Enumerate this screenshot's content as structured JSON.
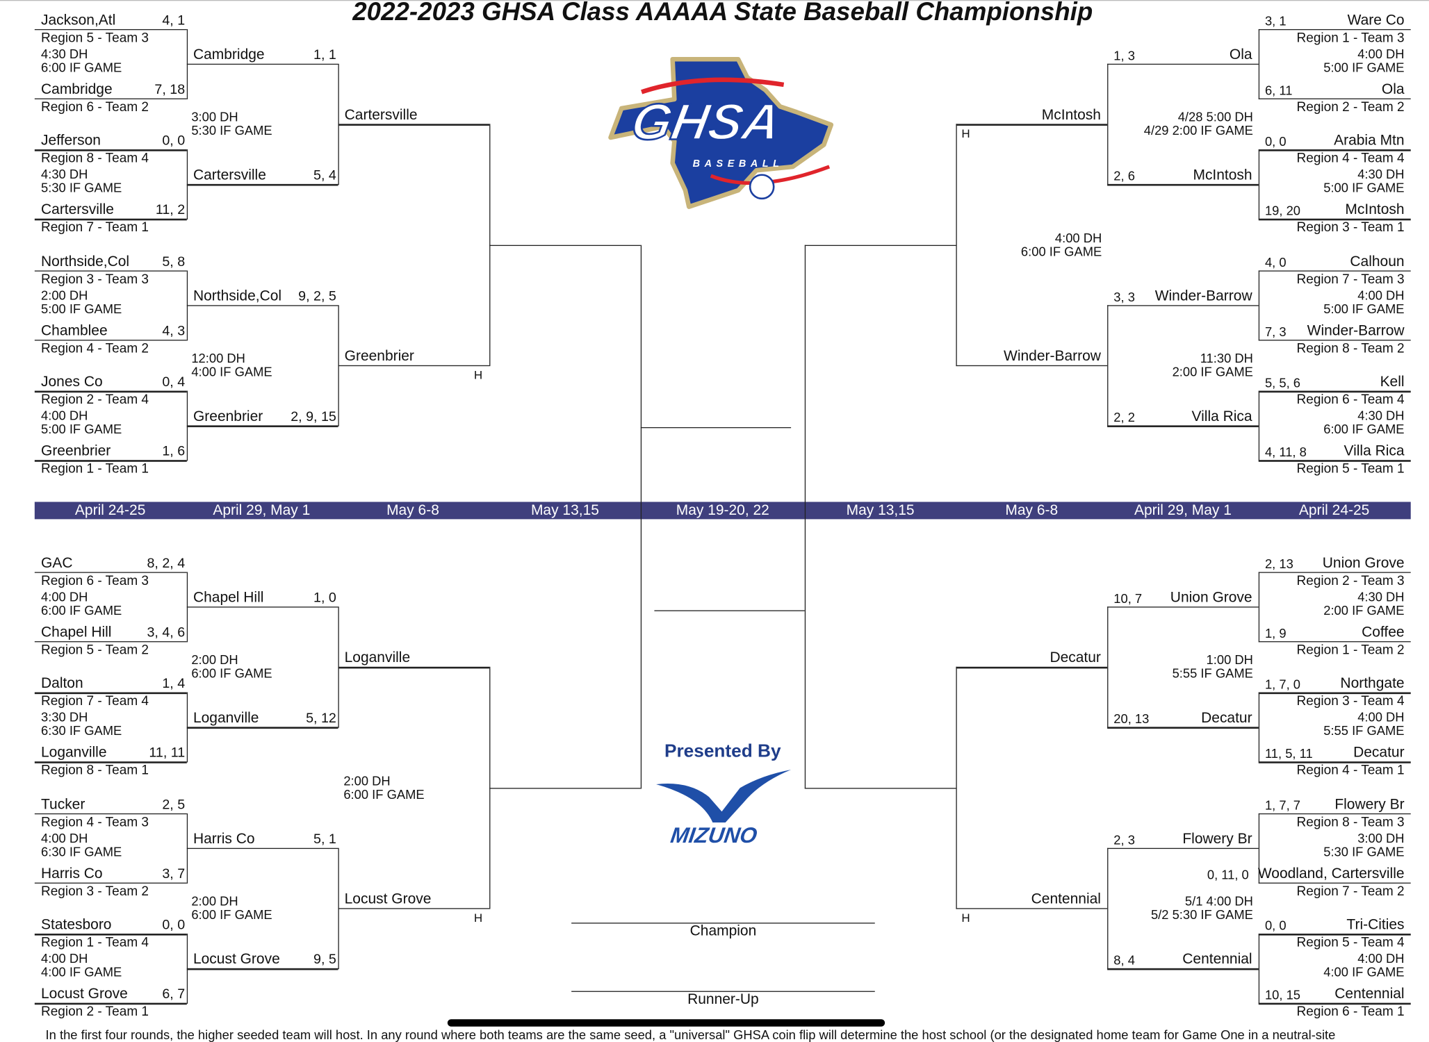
{
  "title": "2022-2023 GHSA Class AAAAA State Baseball Championship",
  "logo": {
    "text": "GHSA",
    "subtext": "BASEBALL",
    "colors": {
      "blue": "#1b3fa0",
      "gold": "#c8b47a",
      "red": "#e0242b"
    }
  },
  "sponsor": {
    "presented_by": "Presented By",
    "brand": "MIZUNO",
    "color": "#1f4fa8"
  },
  "dates": [
    "April 24-25",
    "April 29, May 1",
    "May 6-8",
    "May 13,15",
    "May 19-20, 22",
    "May 13,15",
    "May 6-8",
    "April 29, May 1",
    "April 24-25"
  ],
  "date_bar_color": "#3f3f7d",
  "host_marker": "H",
  "final": {
    "champion_label": "Champion",
    "runner_up_label": "Runner-Up"
  },
  "footer": "In the first four rounds, the higher seeded team will host. In any round where both teams are the same seed, a \"universal\" GHSA coin flip will determine the host school (or the designated home team for Game One in a neutral-site",
  "bracket": {
    "left_top": {
      "round1": [
        {
          "teams": [
            {
              "name": "Jackson,Atl",
              "score": "4, 1",
              "region": "Region 5 - Team 3"
            },
            {
              "name": "Cambridge",
              "score": "7, 18",
              "region": "Region 6 - Team 2"
            }
          ],
          "time": [
            "4:30 DH",
            "6:00 IF GAME"
          ]
        },
        {
          "teams": [
            {
              "name": "Jefferson",
              "score": "0, 0",
              "region": "Region 8 - Team 4"
            },
            {
              "name": "Cartersville",
              "score": "11, 2",
              "region": "Region 7 - Team 1"
            }
          ],
          "time": [
            "4:30 DH",
            "5:30 IF GAME"
          ]
        },
        {
          "teams": [
            {
              "name": "Northside,Col",
              "score": "5, 8",
              "region": "Region 3 - Team 3"
            },
            {
              "name": "Chamblee",
              "score": "4, 3",
              "region": "Region 4 - Team 2"
            }
          ],
          "time": [
            "2:00 DH",
            "5:00 IF GAME"
          ]
        },
        {
          "teams": [
            {
              "name": "Jones Co",
              "score": "0, 4",
              "region": "Region 2 - Team 4"
            },
            {
              "name": "Greenbrier",
              "score": "1, 6",
              "region": "Region 1 - Team 1"
            }
          ],
          "time": [
            "4:00 DH",
            "5:00 IF GAME"
          ]
        }
      ],
      "round2": {
        "teams": [
          {
            "name": "Cambridge",
            "score": "1, 1"
          },
          {
            "name": "Cartersville",
            "score": "5, 4"
          },
          {
            "name": "Northside,Col",
            "score": "9, 2, 5"
          },
          {
            "name": "Greenbrier",
            "score": "2, 9, 15"
          }
        ],
        "times": [
          [
            "3:00 DH",
            "5:30 IF GAME"
          ],
          [
            "12:00 DH",
            "4:00 IF GAME"
          ]
        ]
      },
      "round3": {
        "teams": [
          "Cartersville",
          "Greenbrier"
        ],
        "time": null
      }
    },
    "left_bottom": {
      "round1": [
        {
          "teams": [
            {
              "name": "GAC",
              "score": "8, 2, 4",
              "region": "Region 6 - Team 3"
            },
            {
              "name": "Chapel Hill",
              "score": "3, 4, 6",
              "region": "Region 5 - Team 2"
            }
          ],
          "time": [
            "4:00 DH",
            "6:00 IF GAME"
          ]
        },
        {
          "teams": [
            {
              "name": "Dalton",
              "score": "1, 4",
              "region": "Region 7 - Team 4"
            },
            {
              "name": "Loganville",
              "score": "11,  11",
              "region": "Region 8 - Team 1"
            }
          ],
          "time": [
            "3:30 DH",
            "6:30 IF GAME"
          ]
        },
        {
          "teams": [
            {
              "name": "Tucker",
              "score": "2, 5",
              "region": "Region 4 - Team 3"
            },
            {
              "name": "Harris Co",
              "score": "3, 7",
              "region": "Region 3 - Team 2"
            }
          ],
          "time": [
            "4:00 DH",
            "6:30 IF GAME"
          ]
        },
        {
          "teams": [
            {
              "name": "Statesboro",
              "score": "0, 0",
              "region": "Region 1 - Team 4"
            },
            {
              "name": "Locust Grove",
              "score": "6, 7",
              "region": "Region 2 - Team 1"
            }
          ],
          "time": [
            "4:00 DH",
            "4:00 IF GAME"
          ]
        }
      ],
      "round2": {
        "teams": [
          {
            "name": "Chapel Hill",
            "score": "1, 0"
          },
          {
            "name": "Loganville",
            "score": "5, 12"
          },
          {
            "name": "Harris Co",
            "score": "5, 1"
          },
          {
            "name": "Locust Grove",
            "score": "9, 5"
          }
        ],
        "times": [
          [
            "2:00 DH",
            "6:00 IF GAME"
          ],
          [
            "2:00 DH",
            "6:00 IF GAME"
          ]
        ]
      },
      "round3": {
        "teams": [
          "Loganville",
          "Locust Grove"
        ],
        "time": [
          "2:00 DH",
          "6:00 IF GAME"
        ]
      }
    },
    "right_top": {
      "round1": [
        {
          "teams": [
            {
              "name": "Ware Co",
              "score": "3, 1",
              "region": "Region 1 - Team 3"
            },
            {
              "name": "Ola",
              "score": "6, 11",
              "region": "Region 2 - Team 2"
            }
          ],
          "time": [
            "4:00 DH",
            "5:00 IF GAME"
          ]
        },
        {
          "teams": [
            {
              "name": "Arabia Mtn",
              "score": "0, 0",
              "region": "Region 4 - Team 4"
            },
            {
              "name": "McIntosh",
              "score": "19, 20",
              "region": "Region 3 - Team 1"
            }
          ],
          "time": [
            "4:30 DH",
            "5:00 IF GAME"
          ]
        },
        {
          "teams": [
            {
              "name": "Calhoun",
              "score": "4, 0",
              "region": "Region 7 - Team 3"
            },
            {
              "name": "Winder-Barrow",
              "score": "7, 3",
              "region": "Region 8 - Team 2"
            }
          ],
          "time": [
            "4:00 DH",
            "5:00 IF GAME"
          ]
        },
        {
          "teams": [
            {
              "name": "Kell",
              "score": "5, 5, 6",
              "region": "Region 6 - Team 4"
            },
            {
              "name": "Villa Rica",
              "score": "4, 11, 8",
              "region": "Region 5 - Team 1"
            }
          ],
          "time": [
            "4:30 DH",
            "6:00 IF GAME"
          ]
        }
      ],
      "round2": {
        "teams": [
          {
            "name": "Ola",
            "score": "1, 3"
          },
          {
            "name": "McIntosh",
            "score": "2, 6"
          },
          {
            "name": "Winder-Barrow",
            "score": "3, 3"
          },
          {
            "name": "Villa Rica",
            "score": "2, 2"
          }
        ],
        "times": [
          [
            "4/28 5:00 DH",
            "4/29 2:00 IF GAME"
          ],
          [
            "11:30 DH",
            "2:00 IF GAME"
          ]
        ]
      },
      "round3": {
        "teams": [
          "McIntosh",
          "Winder-Barrow"
        ],
        "time": [
          "4:00 DH",
          "6:00 IF GAME"
        ]
      }
    },
    "right_bottom": {
      "round1": [
        {
          "teams": [
            {
              "name": "Union Grove",
              "score": "2, 13",
              "region": "Region 2 - Team 3"
            },
            {
              "name": "Coffee",
              "score": "1, 9",
              "region": "Region 1 - Team 2"
            }
          ],
          "time": [
            "4:30 DH",
            "2:00 IF GAME"
          ]
        },
        {
          "teams": [
            {
              "name": "Northgate",
              "score": "1, 7, 0",
              "region": "Region 3 - Team 4"
            },
            {
              "name": "Decatur",
              "score": "11, 5, 11",
              "region": "Region 4 - Team 1"
            }
          ],
          "time": [
            "4:00 DH",
            "5:55 IF GAME"
          ]
        },
        {
          "teams": [
            {
              "name": "Flowery Br",
              "score": "1, 7, 7",
              "region": "Region 8 - Team 3"
            },
            {
              "name": "Woodland, Cartersville",
              "score": "0, 11, 0",
              "region": "Region 7 - Team 2"
            }
          ],
          "time": [
            "3:00 DH",
            "5:30 IF GAME"
          ]
        },
        {
          "teams": [
            {
              "name": "Tri-Cities",
              "score": "0, 0",
              "region": "Region 5 - Team 4"
            },
            {
              "name": "Centennial",
              "score": "10, 15",
              "region": "Region 6 - Team 1"
            }
          ],
          "time": [
            "4:00 DH",
            "4:00 IF GAME"
          ]
        }
      ],
      "round2": {
        "teams": [
          {
            "name": "Union Grove",
            "score": "10, 7"
          },
          {
            "name": "Decatur",
            "score": "20, 13"
          },
          {
            "name": "Flowery Br",
            "score": "2, 3"
          },
          {
            "name": "Centennial",
            "score": "8, 4"
          }
        ],
        "times": [
          [
            "1:00 DH",
            "5:55 IF GAME"
          ],
          [
            "5/1 4:00 DH",
            "5/2 5:30 IF GAME"
          ]
        ]
      },
      "round3": {
        "teams": [
          "Decatur",
          "Centennial"
        ],
        "time": null
      }
    }
  }
}
